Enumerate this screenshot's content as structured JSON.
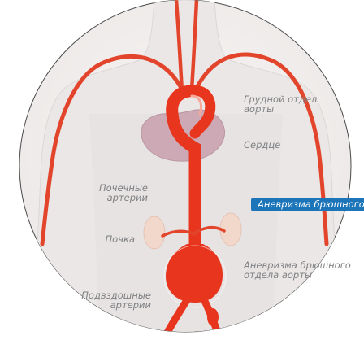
{
  "labels": {
    "thoracic_aorta": [
      "Грудной отдел",
      "аорты"
    ],
    "heart": "Сердце",
    "renal_arteries": [
      "Почечные",
      "артерии"
    ],
    "kidney": "Почка",
    "abdominal_aneurysm": [
      "Аневризма брюшного",
      "отдела аорты"
    ],
    "iliac_arteries": [
      "Подвздошные",
      "артерии"
    ]
  },
  "banner": {
    "text": "Аневризма брюшного отдела аорты"
  },
  "colors": {
    "circle_fill": "#f3f0ef",
    "body_fill": "#e8e5e4",
    "artery": "#e2452c",
    "aorta": "#e8361e",
    "heart": "#c9a8b4",
    "kidney": "#f2d9cc",
    "label": "#7f8184",
    "banner": "#1c74b9"
  }
}
